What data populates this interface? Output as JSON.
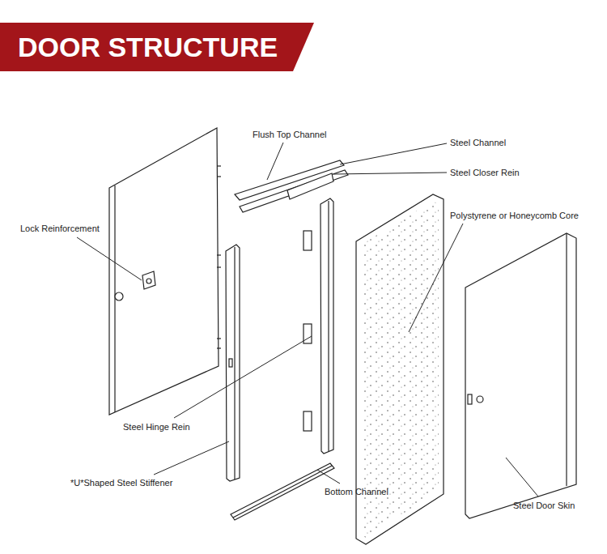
{
  "diagram": {
    "title": "DOOR STRUCTURE",
    "labels": [
      "Flush Top Channel",
      "Steel Channel",
      "Steel Closer Rein",
      "Lock Reinforcement",
      "Polystyrene or Honeycomb Core",
      "Steel Hinge Rein",
      "*U*Shaped Steel Stiffener",
      "Bottom Channel",
      "Steel Door Skin"
    ]
  }
}
